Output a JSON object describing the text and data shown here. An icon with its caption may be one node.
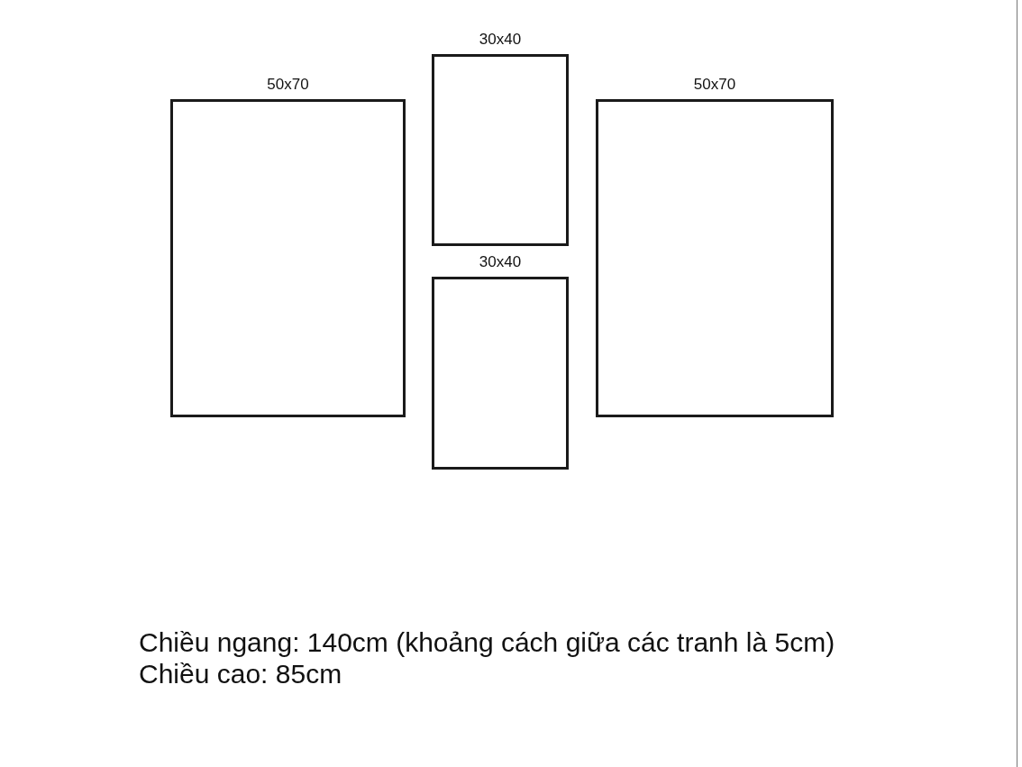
{
  "diagram": {
    "nodes": [
      {
        "text": [
          "50x70"
        ]
      },
      {
        "text": [
          "30x40"
        ]
      },
      {
        "text": [
          "30x40"
        ]
      },
      {
        "text": [
          "50x70"
        ]
      }
    ],
    "labels": [
      "Chiều ngang: 140cm (khoảng cách giữa các tranh là 5cm)",
      "Chiều cao: 85cm"
    ]
  }
}
